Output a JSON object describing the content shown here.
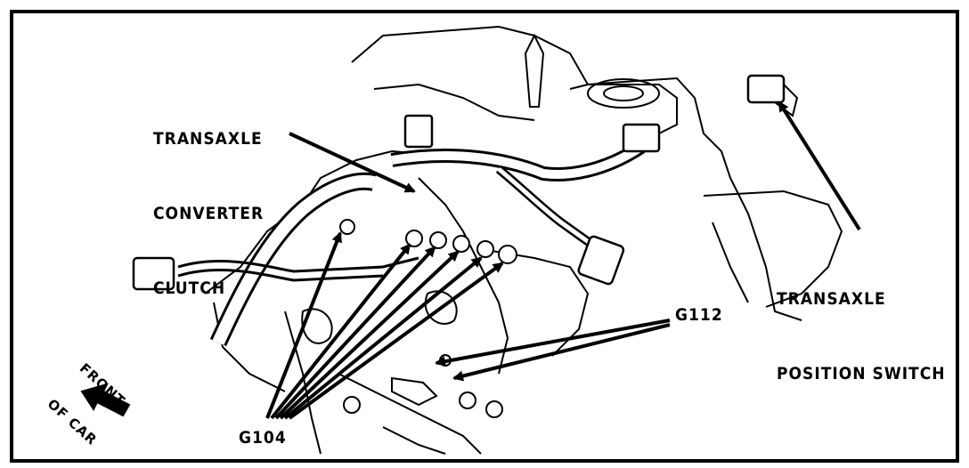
{
  "labels": {
    "converter_clutch": [
      "TRANSAXLE",
      "CONVERTER",
      "CLUTCH"
    ],
    "position_switch": [
      "TRANSAXLE",
      "POSITION SWITCH"
    ],
    "ground_g112": "G112",
    "ground_g104": "G104",
    "front_of_car": [
      "FRONT",
      "OF CAR"
    ]
  },
  "colors": {
    "ink": "#000000",
    "paper": "#ffffff"
  },
  "icons": {
    "front_arrow": "arrow-down-left-icon"
  }
}
